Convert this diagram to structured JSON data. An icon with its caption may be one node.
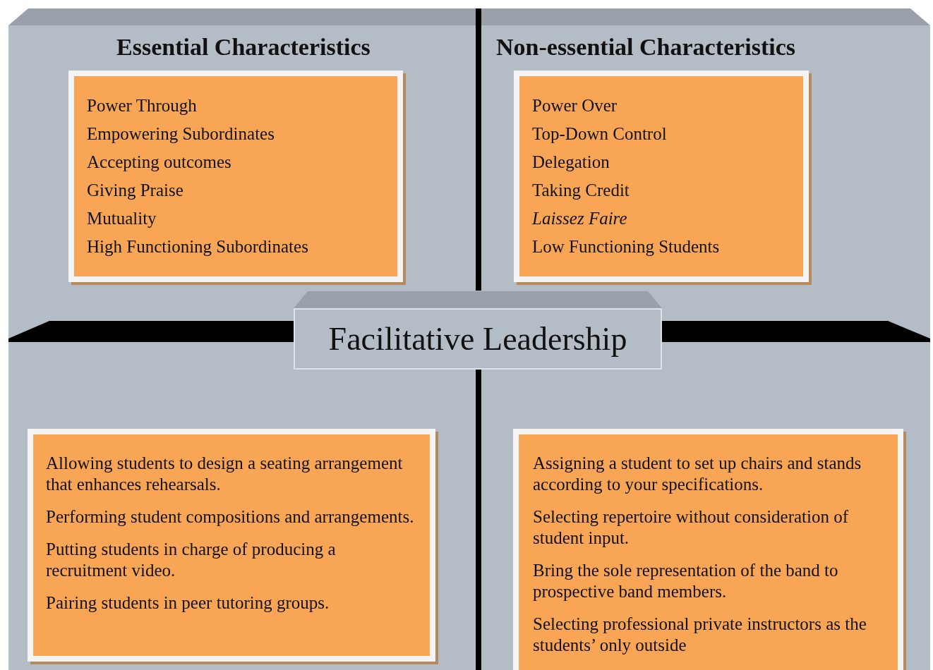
{
  "diagram": {
    "nodes": [
      {
        "text": [
          "Essential Characteristics",
          "Power Through",
          "Empowering Subordinates",
          "Accepting outcomes",
          "Giving Praise",
          "Mutuality",
          "High Functioning Subordinates"
        ]
      },
      {
        "text": [
          "Non-essential Characteristics",
          "Power Over",
          "Top-Down Control",
          "Delegation",
          "Taking Credit",
          "Laissez Faire",
          "Low Functioning Students"
        ]
      },
      {
        "text": [
          "Facilitative Leadership"
        ]
      },
      {
        "text": [
          "Allowing students to design a seating arrangement that enhances rehearsals.",
          "Performing student compositions and arrangements.",
          "Putting students in charge of producing a recruitment video.",
          "Pairing students in peer tutoring groups."
        ]
      },
      {
        "text": [
          "Assigning a student to set up chairs and stands according to your specifications.",
          "Selecting repertoire without consideration of student input.",
          "Bring the sole representation of the band to prospective band members.",
          "Selecting professional private instructors as the students’ only outside"
        ]
      }
    ]
  }
}
